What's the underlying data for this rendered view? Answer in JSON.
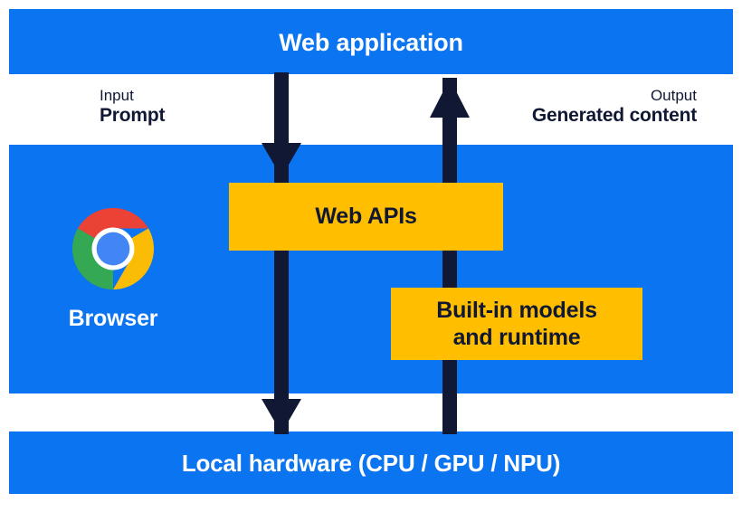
{
  "diagram": {
    "title": "Web application to local hardware built-in AI flow",
    "colors": {
      "band_blue": "#0B74F0",
      "box_amber": "#FFBE00",
      "arrow_dark": "#101833",
      "text_on_blue": "#FFFFFF",
      "text_on_amber": "#101833",
      "background": "#FFFFFF",
      "chrome_red": "#EA4335",
      "chrome_yellow": "#FBBC05",
      "chrome_green": "#34A853",
      "chrome_blue": "#4285F4",
      "chrome_ring": "#FFFFFF"
    },
    "bands": {
      "web_application": {
        "label": "Web application"
      },
      "browser": {
        "label": "Browser",
        "logo_name": "chrome-logo"
      },
      "local_hardware": {
        "label": "Local hardware (CPU / GPU / NPU)"
      }
    },
    "flows": {
      "input": {
        "kicker": "Input",
        "value": "Prompt"
      },
      "output": {
        "kicker": "Output",
        "value": "Generated content"
      }
    },
    "boxes": {
      "web_apis": {
        "label": "Web APIs"
      },
      "builtin_models": {
        "line1": "Built-in models",
        "line2": "and runtime"
      }
    },
    "arrows": [
      {
        "name": "input-arrow-down",
        "direction": "down",
        "from": "Web application",
        "to": "Local hardware (CPU / GPU / NPU)"
      },
      {
        "name": "output-arrow-up",
        "direction": "up",
        "from": "Local hardware (CPU / GPU / NPU)",
        "to": "Web application"
      }
    ]
  }
}
